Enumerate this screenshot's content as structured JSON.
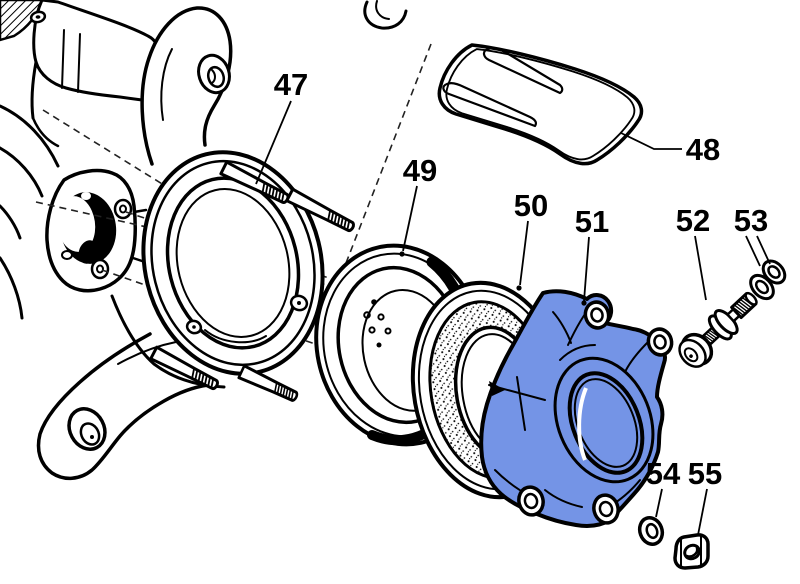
{
  "diagram": {
    "title": "exploded-parts-diagram",
    "background_color": "#ffffff",
    "line_color": "#000000",
    "highlight_color": "#7494e6",
    "highlighted_part_label": "51",
    "part_labels": [
      "47",
      "48",
      "49",
      "50",
      "51",
      "52",
      "53",
      "54",
      "55"
    ]
  }
}
